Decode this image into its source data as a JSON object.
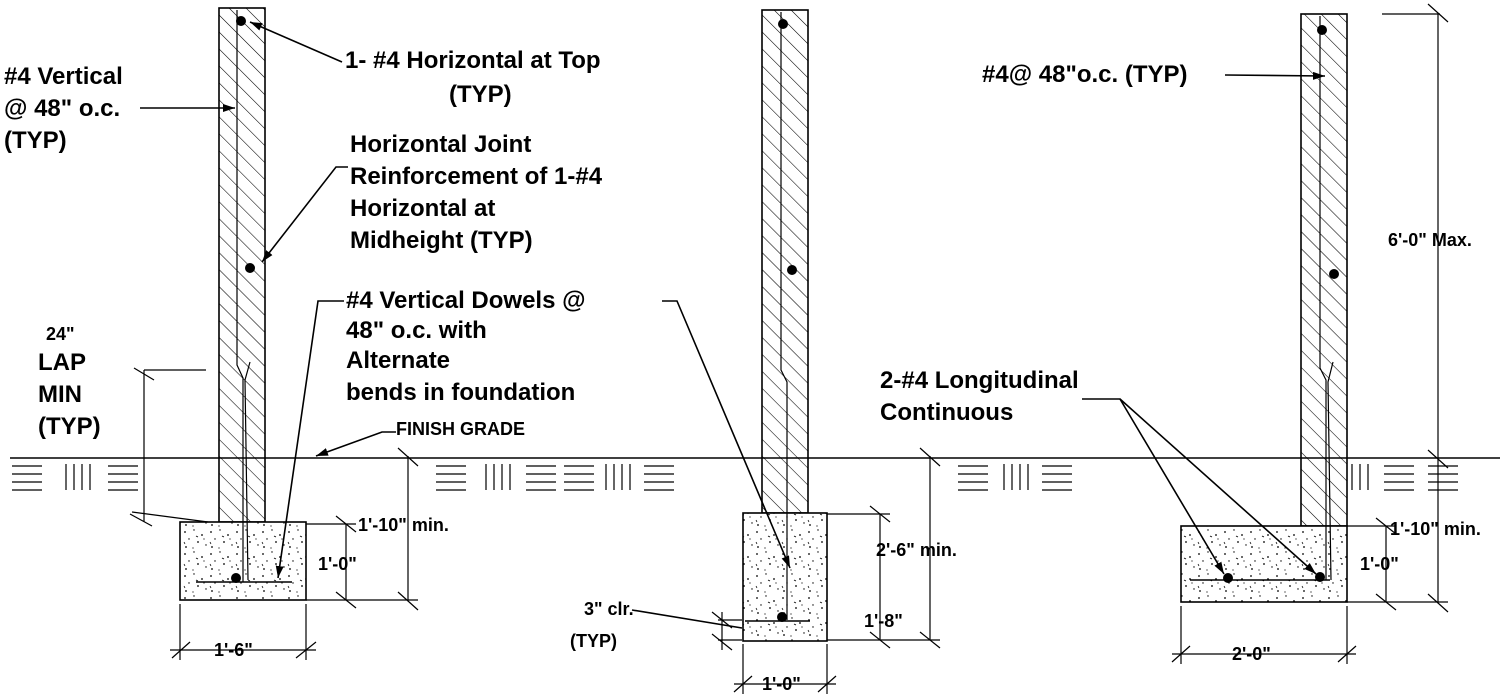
{
  "labels": {
    "vert_left": [
      "#4 Vertical",
      "@ 48\" o.c.",
      "(TYP)"
    ],
    "top_horiz": [
      "1- #4 Horizontal at Top",
      "(TYP)"
    ],
    "joint": [
      "Horizontal Joint",
      "Reinforcement of 1-#4",
      "Horizontal at",
      "Midheight (TYP)"
    ],
    "dowels": [
      "#4 Vertical Dowels @",
      "48\" o.c. with",
      "Alternate",
      "bends in foundation"
    ],
    "lap": [
      "24\"",
      "LAP",
      "MIN",
      "(TYP)"
    ],
    "finish_grade": "FINISH GRADE",
    "right_vert": "#4@ 48\"o.c. (TYP)",
    "max_height": "6'-0\" Max.",
    "longitudinal": [
      "2-#4 Longitudinal",
      "Continuous"
    ],
    "clr": [
      "3\" clr.",
      "(TYP)"
    ]
  },
  "dims": {
    "left": {
      "depth": "1'-10\" min.",
      "thick": "1'-0\"",
      "width": "1'-6\""
    },
    "center": {
      "depth": "2'-6\" min.",
      "thick": "1'-8\"",
      "width": "1'-0\""
    },
    "right": {
      "depth": "1'-10\" min.",
      "thick": "1'-0\"",
      "width": "2'-0\""
    }
  },
  "icons": [
    "grade-hatch-icon",
    "rebar-dot-icon",
    "arrow-icon"
  ]
}
